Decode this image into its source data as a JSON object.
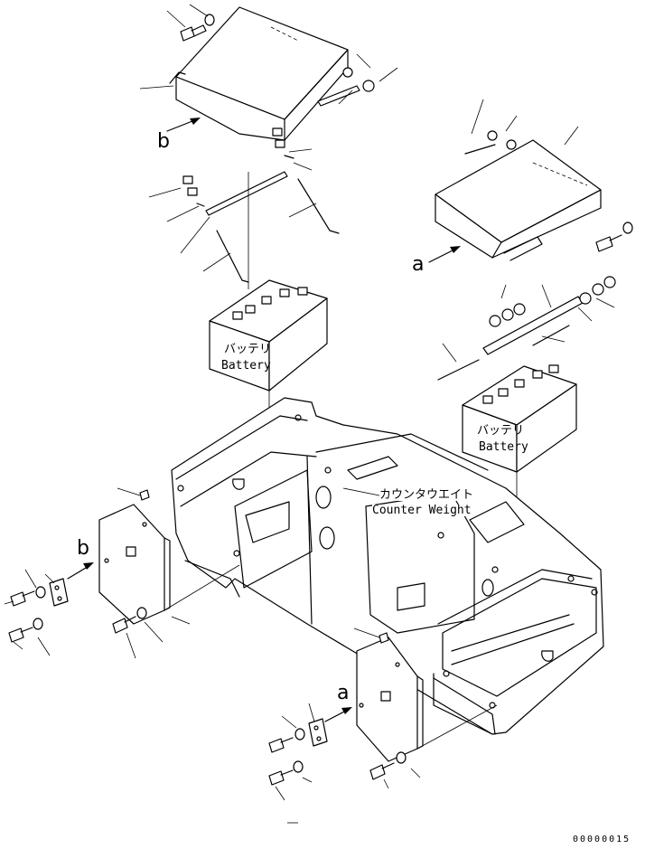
{
  "labels": {
    "battery_left_jp": "バッテリ",
    "battery_left_en": "Battery",
    "battery_right_jp": "バッテリ",
    "battery_right_en": "Battery",
    "counterweight_jp": "カウンタウエイト",
    "counterweight_en": "Counter Weight"
  },
  "callouts": {
    "a_top": "a",
    "a_bottom": "a",
    "b_top": "b",
    "b_bottom": "b"
  },
  "drawing_code": "00000015"
}
